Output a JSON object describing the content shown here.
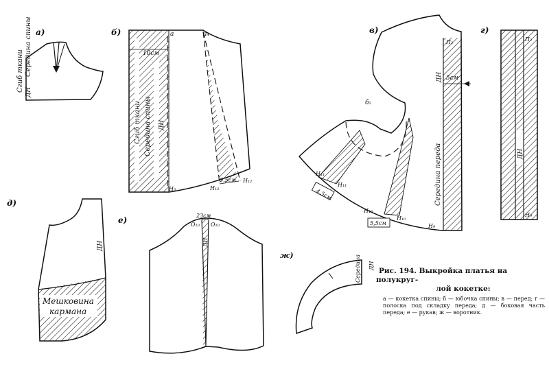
{
  "panels": {
    "a": {
      "letter": "а)",
      "label_fold": "Сгиб ткани",
      "label_center": "Середина спины",
      "label_dn": "ДН"
    },
    "b": {
      "letter": "б)",
      "pt_a": "а",
      "pt_a4": "а₄",
      "dim_10": "10см",
      "label_fold": "Сгиб ткани",
      "label_center": "Середина спины",
      "label_dn": "ДН",
      "pt_n3": "Н₃",
      "pt_n12": "Н₁₂",
      "dim_55": "5,5см"
    },
    "v": {
      "letter": "в)",
      "pt_b2": "б₂",
      "pt_p2": "П₂",
      "label_dn": "ДН",
      "dim_5": "5см",
      "label_center": "Середина переда",
      "pt_n11a": "Н₁₁",
      "pt_n11b": "Н₁₁",
      "dim_45": "4,5см",
      "pt_n10a": "Н₁₀",
      "pt_n10b": "Н₁₀",
      "dim_55": "5,5см",
      "pt_n9": "Н₉"
    },
    "g": {
      "letter": "г)",
      "pt_p2": "П₂",
      "label_dn": "ДН",
      "pt_n9": "Н₉"
    },
    "d": {
      "letter": "д)",
      "label_dn": "ДН",
      "pocket_line1": "Мешковина",
      "pocket_line2": "кармана"
    },
    "e": {
      "letter": "е)",
      "dim_23": "23см",
      "pt_o10a": "О₁₀",
      "pt_o10b": "О₁₀",
      "label_dn": "ДН"
    },
    "zh": {
      "letter": "ж)",
      "label_center": "Середина",
      "label_dn": "ДН"
    }
  },
  "caption": {
    "title_line1": "Рис. 194. Выкройка платья на полукруг-",
    "title_line2": "лой кокетке:",
    "legend": "а — кокетка спины; б — юбочка спины; в — перед; г — полоска под складку переда; д — боковая часть переда; е — рукав; ж — воротник."
  }
}
